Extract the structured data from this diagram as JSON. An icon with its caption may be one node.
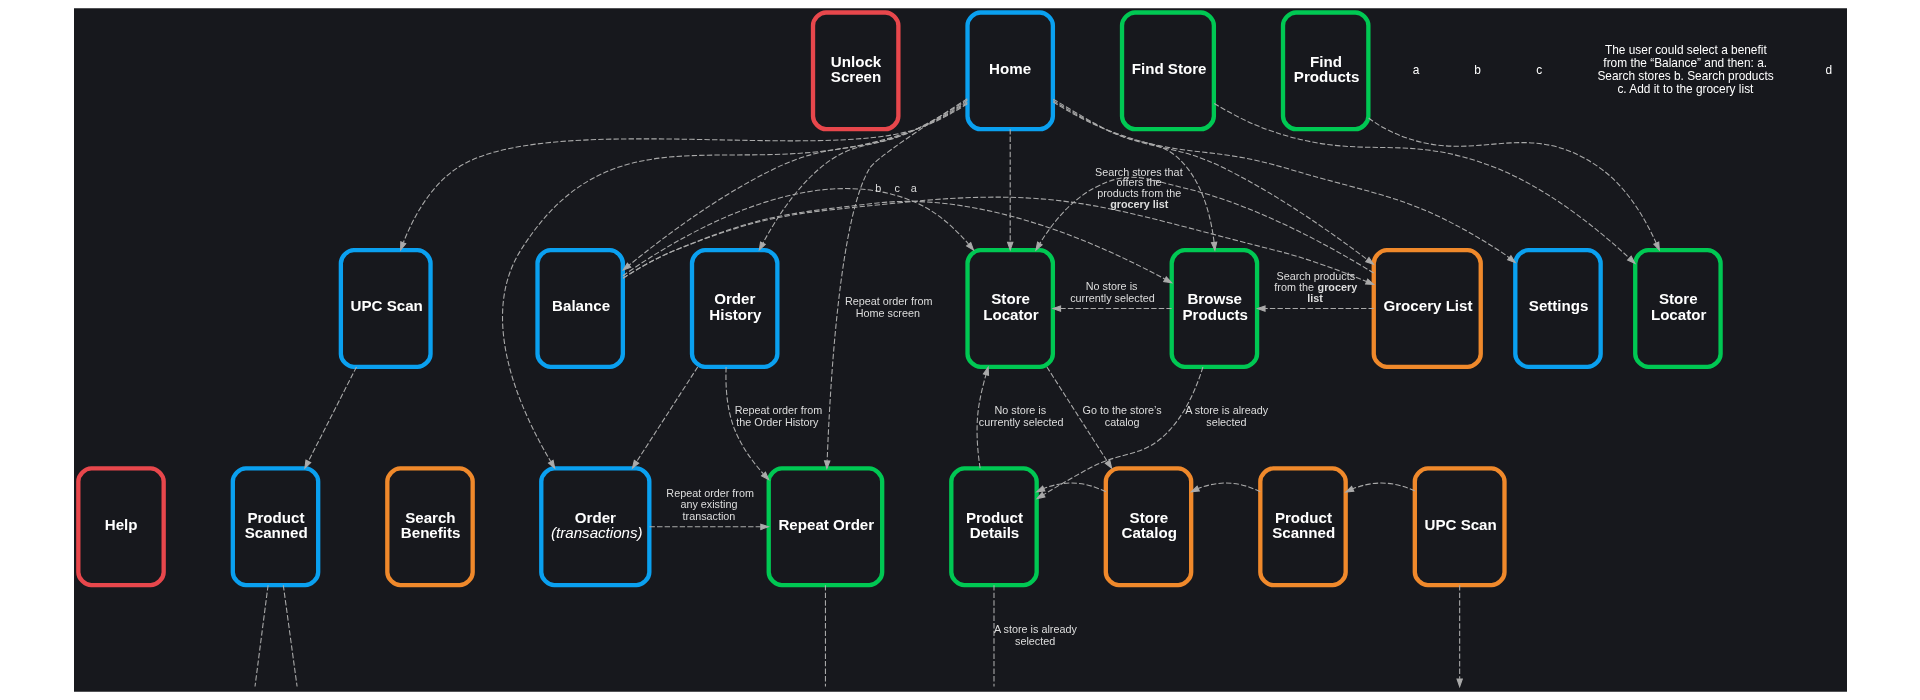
{
  "diagram": {
    "nodes": [
      {
        "text": [
          "Unlock Screen"
        ]
      },
      {
        "text": [
          "Home"
        ]
      },
      {
        "text": [
          "Find Store"
        ]
      },
      {
        "text": [
          "Find Products"
        ]
      },
      {
        "text": [
          "Settings"
        ]
      },
      {
        "text": [
          "UPC Scan"
        ]
      },
      {
        "text": [
          "Balance"
        ]
      },
      {
        "text": [
          "Order History"
        ]
      },
      {
        "text": [
          "Store Locator"
        ]
      },
      {
        "text": [
          "Browse Products"
        ]
      },
      {
        "text": [
          "Grocery List"
        ]
      },
      {
        "text": [
          "Store Locator"
        ]
      },
      {
        "text": [
          "Help"
        ]
      },
      {
        "text": [
          "Product Scanned"
        ]
      },
      {
        "text": [
          "Search Benefits"
        ]
      },
      {
        "text": [
          "Order",
          "(transactions)"
        ]
      },
      {
        "text": [
          "Repeat Order"
        ]
      },
      {
        "text": [
          "Product Details"
        ]
      },
      {
        "text": [
          "Store Catalog"
        ]
      },
      {
        "text": [
          "Product Scanned"
        ]
      },
      {
        "text": [
          "UPC Scan"
        ]
      }
    ],
    "edges": [
      {
        "from": 1,
        "to": 4,
        "arrow": "to"
      },
      {
        "from": 1,
        "to": 5,
        "arrow": "to"
      },
      {
        "from": 1,
        "to": 6,
        "arrow": "to"
      },
      {
        "from": 1,
        "to": 7,
        "arrow": "to"
      },
      {
        "from": 1,
        "to": 8,
        "arrow": "to"
      },
      {
        "from": 1,
        "to": 9,
        "arrow": "to"
      },
      {
        "from": 1,
        "to": 10,
        "arrow": "to"
      },
      {
        "from": 6,
        "to": 8,
        "arrow": "to",
        "label": "a"
      },
      {
        "from": 6,
        "to": 9,
        "arrow": "to",
        "label": "b"
      },
      {
        "from": 6,
        "to": 10,
        "arrow": "to",
        "label": "c"
      },
      {
        "from": 2,
        "to": 11,
        "arrow": "to"
      },
      {
        "from": 3,
        "to": 11,
        "arrow": "to"
      },
      {
        "from": 5,
        "to": 13,
        "arrow": "to"
      },
      {
        "from": 7,
        "to": 15,
        "arrow": "to"
      },
      {
        "from": 1,
        "to": 15,
        "arrow": "to"
      },
      {
        "from": 7,
        "to": 16,
        "arrow": "to",
        "label": "Repeat order from the Order History"
      },
      {
        "from": 1,
        "to": 16,
        "arrow": "to",
        "label": "Repeat order from Home screen"
      },
      {
        "from": 15,
        "to": 16,
        "arrow": "to",
        "label": "Repeat order from any existing transaction"
      },
      {
        "from": 8,
        "to": 18,
        "arrow": "to",
        "label": "Go to the store’s catalog"
      },
      {
        "from": 9,
        "to": 8,
        "arrow": "to",
        "label": "No store is currently selected"
      },
      {
        "from": 9,
        "to": 17,
        "arrow": "to",
        "label": "A store is already selected"
      },
      {
        "from": 10,
        "to": 9,
        "arrow": "to",
        "label": "Search products from the **grocery list**"
      },
      {
        "from": 10,
        "to": 8,
        "arrow": "to",
        "label": "Search stores that offers the products from the **grocery list**"
      },
      {
        "from": 17,
        "to": 8,
        "arrow": "to",
        "label": "No store is currently selected"
      },
      {
        "from": 17,
        "to": null,
        "arrow": "none",
        "label": "A store is already selected"
      },
      {
        "from": 20,
        "to": 19,
        "arrow": "to"
      },
      {
        "from": 19,
        "to": 18,
        "arrow": "to"
      },
      {
        "from": 18,
        "to": 17,
        "arrow": "to"
      },
      {
        "from": 20,
        "to": null,
        "arrow": "to"
      },
      {
        "from": 13,
        "to": null,
        "arrow": "none"
      },
      {
        "from": 13,
        "to": null,
        "arrow": "none"
      },
      {
        "from": 16,
        "to": null,
        "arrow": "none"
      }
    ],
    "labels": [
      "a",
      "b",
      "c",
      "The user could select a benefit from the “Balance” and then: a. Search stores b. Search products c. Add it to the grocery list",
      "d"
    ]
  }
}
